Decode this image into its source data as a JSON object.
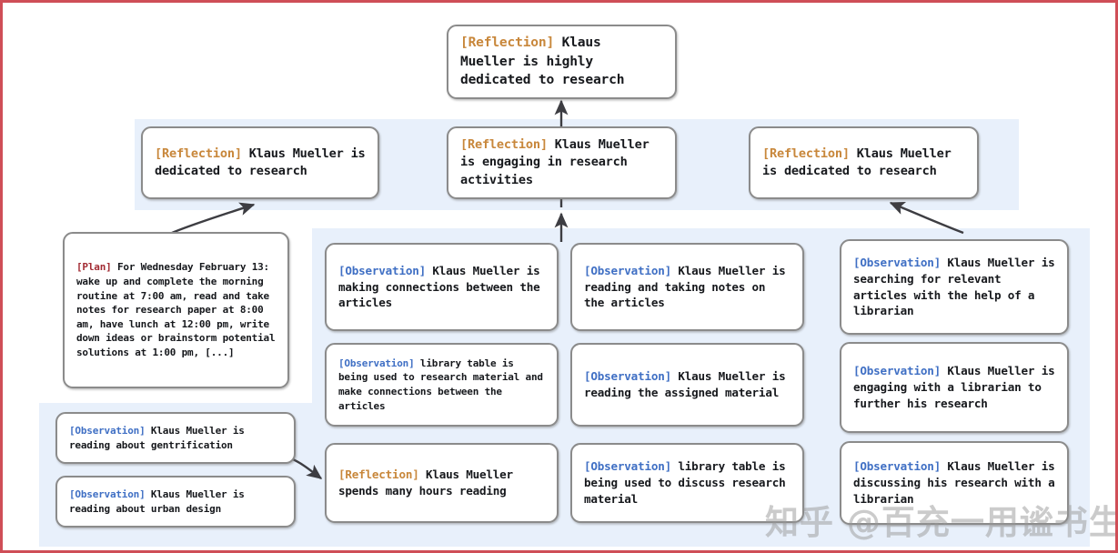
{
  "figure": {
    "title": "Reflection tree for Klaus Mueller",
    "border_color": "#cf4e57",
    "panel_color": "#e8f0fb",
    "node_border_color": "#8b8b8b",
    "tag_colors": {
      "reflection": "#c8873b",
      "observation": "#3f6fc4",
      "plan": "#a22b33"
    }
  },
  "watermark": {
    "text": "知乎 @百充一用谧书生"
  },
  "root": {
    "tag": "[Reflection]",
    "body": " Klaus Mueller is highly dedicated to research"
  },
  "reflections": [
    {
      "tag": "[Reflection]",
      "body": " Klaus Mueller is dedicated to research"
    },
    {
      "tag": "[Reflection]",
      "body": " Klaus Mueller is engaging in research activities"
    },
    {
      "tag": "[Reflection]",
      "body": " Klaus Mueller is dedicated to research"
    }
  ],
  "plan": {
    "tag": "[Plan]",
    "body": " For Wednesday February 13: wake up and complete the morning routine at 7:00 am, read and take notes for research paper at 8:00 am, have lunch at 12:00 pm, write down ideas or brainstorm potential solutions at 1:00 pm, [...]"
  },
  "left_observations": [
    {
      "tag": "[Observation]",
      "body": " Klaus Mueller is reading about gentrification"
    },
    {
      "tag": "[Observation]",
      "body": " Klaus Mueller is reading about urban design"
    }
  ],
  "column_left": [
    {
      "tag": "[Observation]",
      "body": " Klaus Mueller is making connections between the articles"
    },
    {
      "tag": "[Observation]",
      "body": " library table is being used to research material and make connections between the articles"
    },
    {
      "tag": "[Reflection]",
      "body": " Klaus Mueller spends many hours reading"
    }
  ],
  "column_mid": [
    {
      "tag": "[Observation]",
      "body": " Klaus Mueller is reading and taking notes on the articles"
    },
    {
      "tag": "[Observation]",
      "body": " Klaus Mueller is reading the assigned material"
    },
    {
      "tag": "[Observation]",
      "body": " library table is being used to discuss research material"
    }
  ],
  "column_right": [
    {
      "tag": "[Observation]",
      "body": " Klaus Mueller is searching for relevant articles with the help of a librarian"
    },
    {
      "tag": "[Observation]",
      "body": " Klaus Mueller is engaging with a librarian to further his research"
    },
    {
      "tag": "[Observation]",
      "body": " Klaus Mueller is discussing his research with a librarian"
    }
  ]
}
